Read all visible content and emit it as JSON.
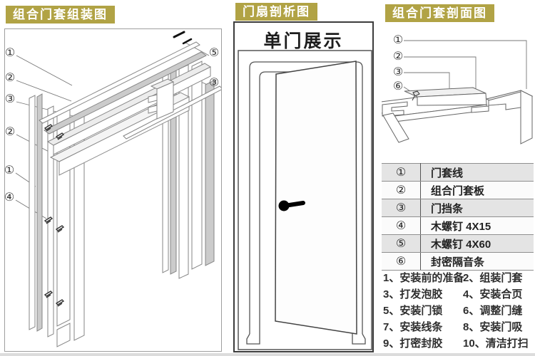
{
  "assembly_panel": {
    "title": "组合门套组装图",
    "callouts": [
      "①",
      "②",
      "③",
      "②",
      "①",
      "④",
      "⑤",
      "③"
    ]
  },
  "door_panel": {
    "title": "门扇剖析图",
    "subtitle": "单门展示"
  },
  "section_panel": {
    "title": "组合门套剖面图",
    "callouts": [
      "①",
      "②",
      "③",
      "⑥"
    ]
  },
  "parts_table": {
    "rows": [
      {
        "no": "①",
        "name": "门套线"
      },
      {
        "no": "②",
        "name": "组合门套板"
      },
      {
        "no": "③",
        "name": "门挡条"
      },
      {
        "no": "④",
        "name": "木螺钉 4X15"
      },
      {
        "no": "⑤",
        "name": "木螺钉 4X60"
      },
      {
        "no": "⑥",
        "name": "封密隔音条"
      }
    ]
  },
  "steps": [
    {
      "label": "1、安装前的准备"
    },
    {
      "label": "2、组装门套"
    },
    {
      "label": "3、打发泡胶"
    },
    {
      "label": "4、安装合页"
    },
    {
      "label": "5、安装门锁"
    },
    {
      "label": "6、调整门缝"
    },
    {
      "label": "7、安装线条"
    },
    {
      "label": "8、安装门吸"
    },
    {
      "label": "9、打密封胶"
    },
    {
      "label": "10、清洁打扫"
    }
  ],
  "colors": {
    "header_bg": "#b1a345",
    "line_gray": "#777777",
    "strip_gray": "#cbcbcb"
  }
}
